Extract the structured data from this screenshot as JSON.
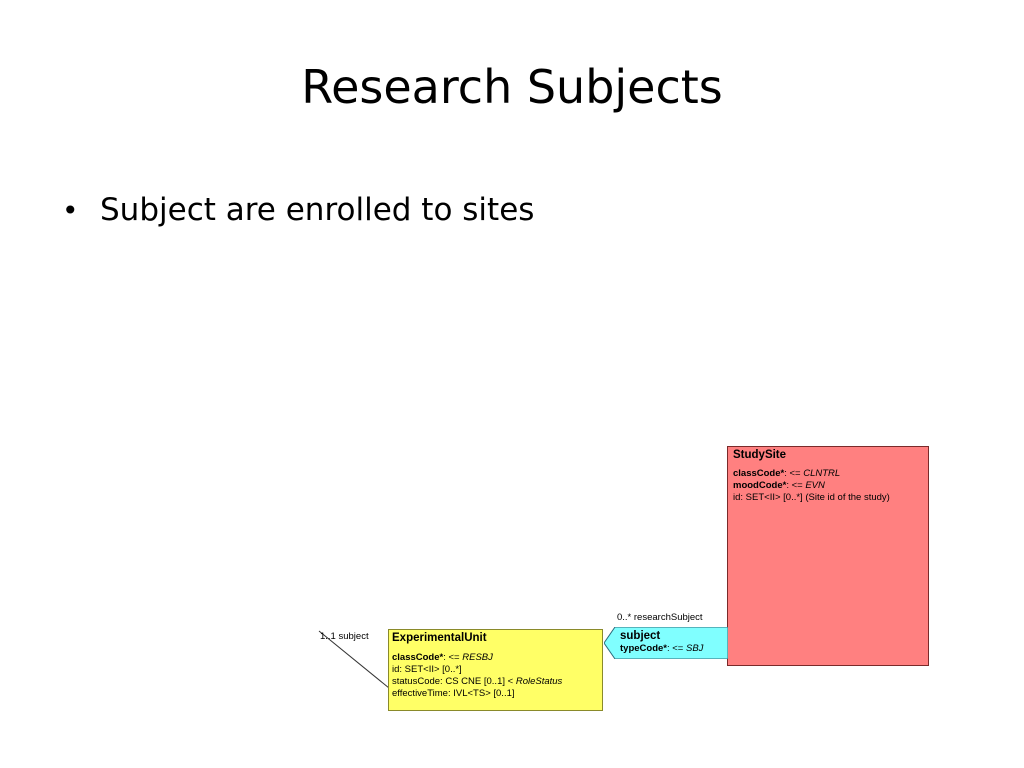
{
  "slide": {
    "title": "Research Subjects",
    "bullet": "Subject are enrolled to sites"
  },
  "diagram": {
    "study_site": {
      "title": "StudySite",
      "color": "#ff8080",
      "attrs": [
        {
          "name": "classCode*",
          "rest": ": <= ",
          "value": "CLNTRL"
        },
        {
          "name": "moodCode*",
          "rest": ": <= ",
          "value": "EVN"
        },
        {
          "plain": "id: SET<II> [0..*] (Site id of the study)"
        }
      ]
    },
    "subject_role": {
      "title": "subject",
      "color": "#80ffff",
      "attr_name": "typeCode*",
      "attr_rest": ": <= ",
      "attr_value": "SBJ"
    },
    "experimental_unit": {
      "title": "ExperimentalUnit",
      "color": "#ffff66",
      "attrs": [
        {
          "name": "classCode*",
          "rest": ": <= ",
          "value": "RESBJ"
        },
        {
          "plain": "id: SET<II> [0..*]"
        },
        {
          "plain": "statusCode: CS CNE [0..1] < ",
          "value": "RoleStatus"
        },
        {
          "plain": "effectiveTime: IVL<TS> [0..1]"
        }
      ]
    },
    "labels": {
      "research_subject": "0..* researchSubject",
      "subject": "1..1 subject"
    }
  }
}
